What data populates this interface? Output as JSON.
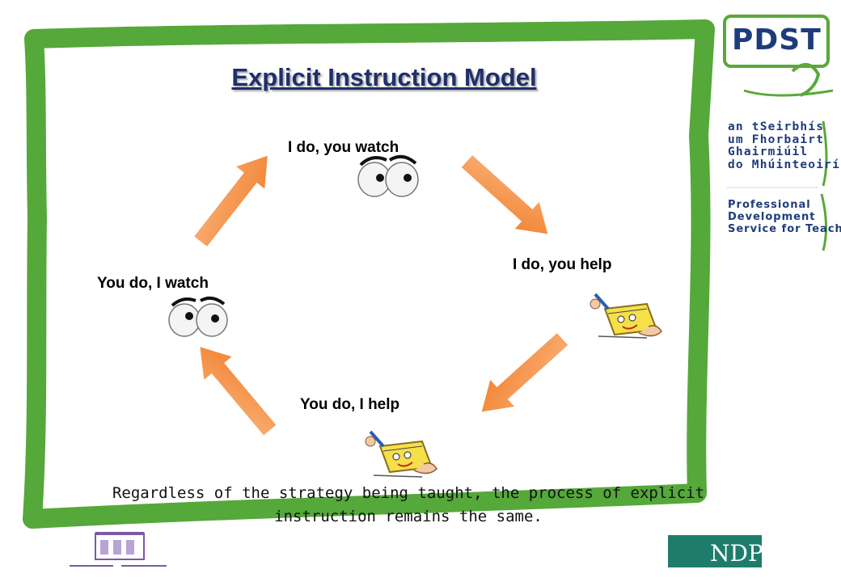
{
  "title": "Explicit Instruction Model",
  "steps": {
    "top": "I do, you watch",
    "right": "I do, you help",
    "bottom": "You do, I help",
    "left": "You do, I watch"
  },
  "caption": {
    "line1": "Regardless of the strategy being taught, the process of explicit",
    "line2": "instruction remains the same."
  },
  "logos": {
    "pdst": "PDST",
    "irish_lines": [
      "an tSeirbhís",
      "um Fhorbairt",
      "Ghairmiúil",
      "do Mhúinteoirí"
    ],
    "english_lines": [
      "Professional",
      "Development",
      "Service for Teachers"
    ],
    "ndp": "NDP"
  },
  "colors": {
    "frame_green": "#55a83a",
    "arrow_orange": "#f5954a",
    "title_navy": "#1f2f6b",
    "logo_navy": "#1f3c7a",
    "ndp_teal": "#1d7d6a"
  }
}
